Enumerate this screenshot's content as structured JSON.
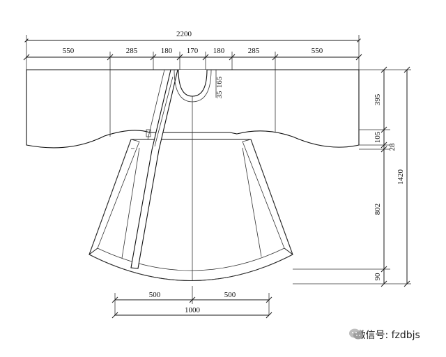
{
  "dimensions": {
    "total_width": "2200",
    "segments_top": [
      "550",
      "285",
      "180",
      "170",
      "180",
      "285",
      "550"
    ],
    "collar_depth": "165",
    "collar_offset": "35",
    "right_side": {
      "sleeve_height": "395",
      "underarm_a": "105",
      "underarm_b": "28",
      "body_length": "802",
      "hem_band": "90",
      "total_length": "1420"
    },
    "bottom": {
      "left_half": "500",
      "right_half": "500",
      "hem_width": "1000"
    }
  },
  "watermark": {
    "icon": "wechat-icon",
    "text": "微信号: fzdbjs"
  },
  "colors": {
    "line": "#111111",
    "background": "#ffffff"
  }
}
